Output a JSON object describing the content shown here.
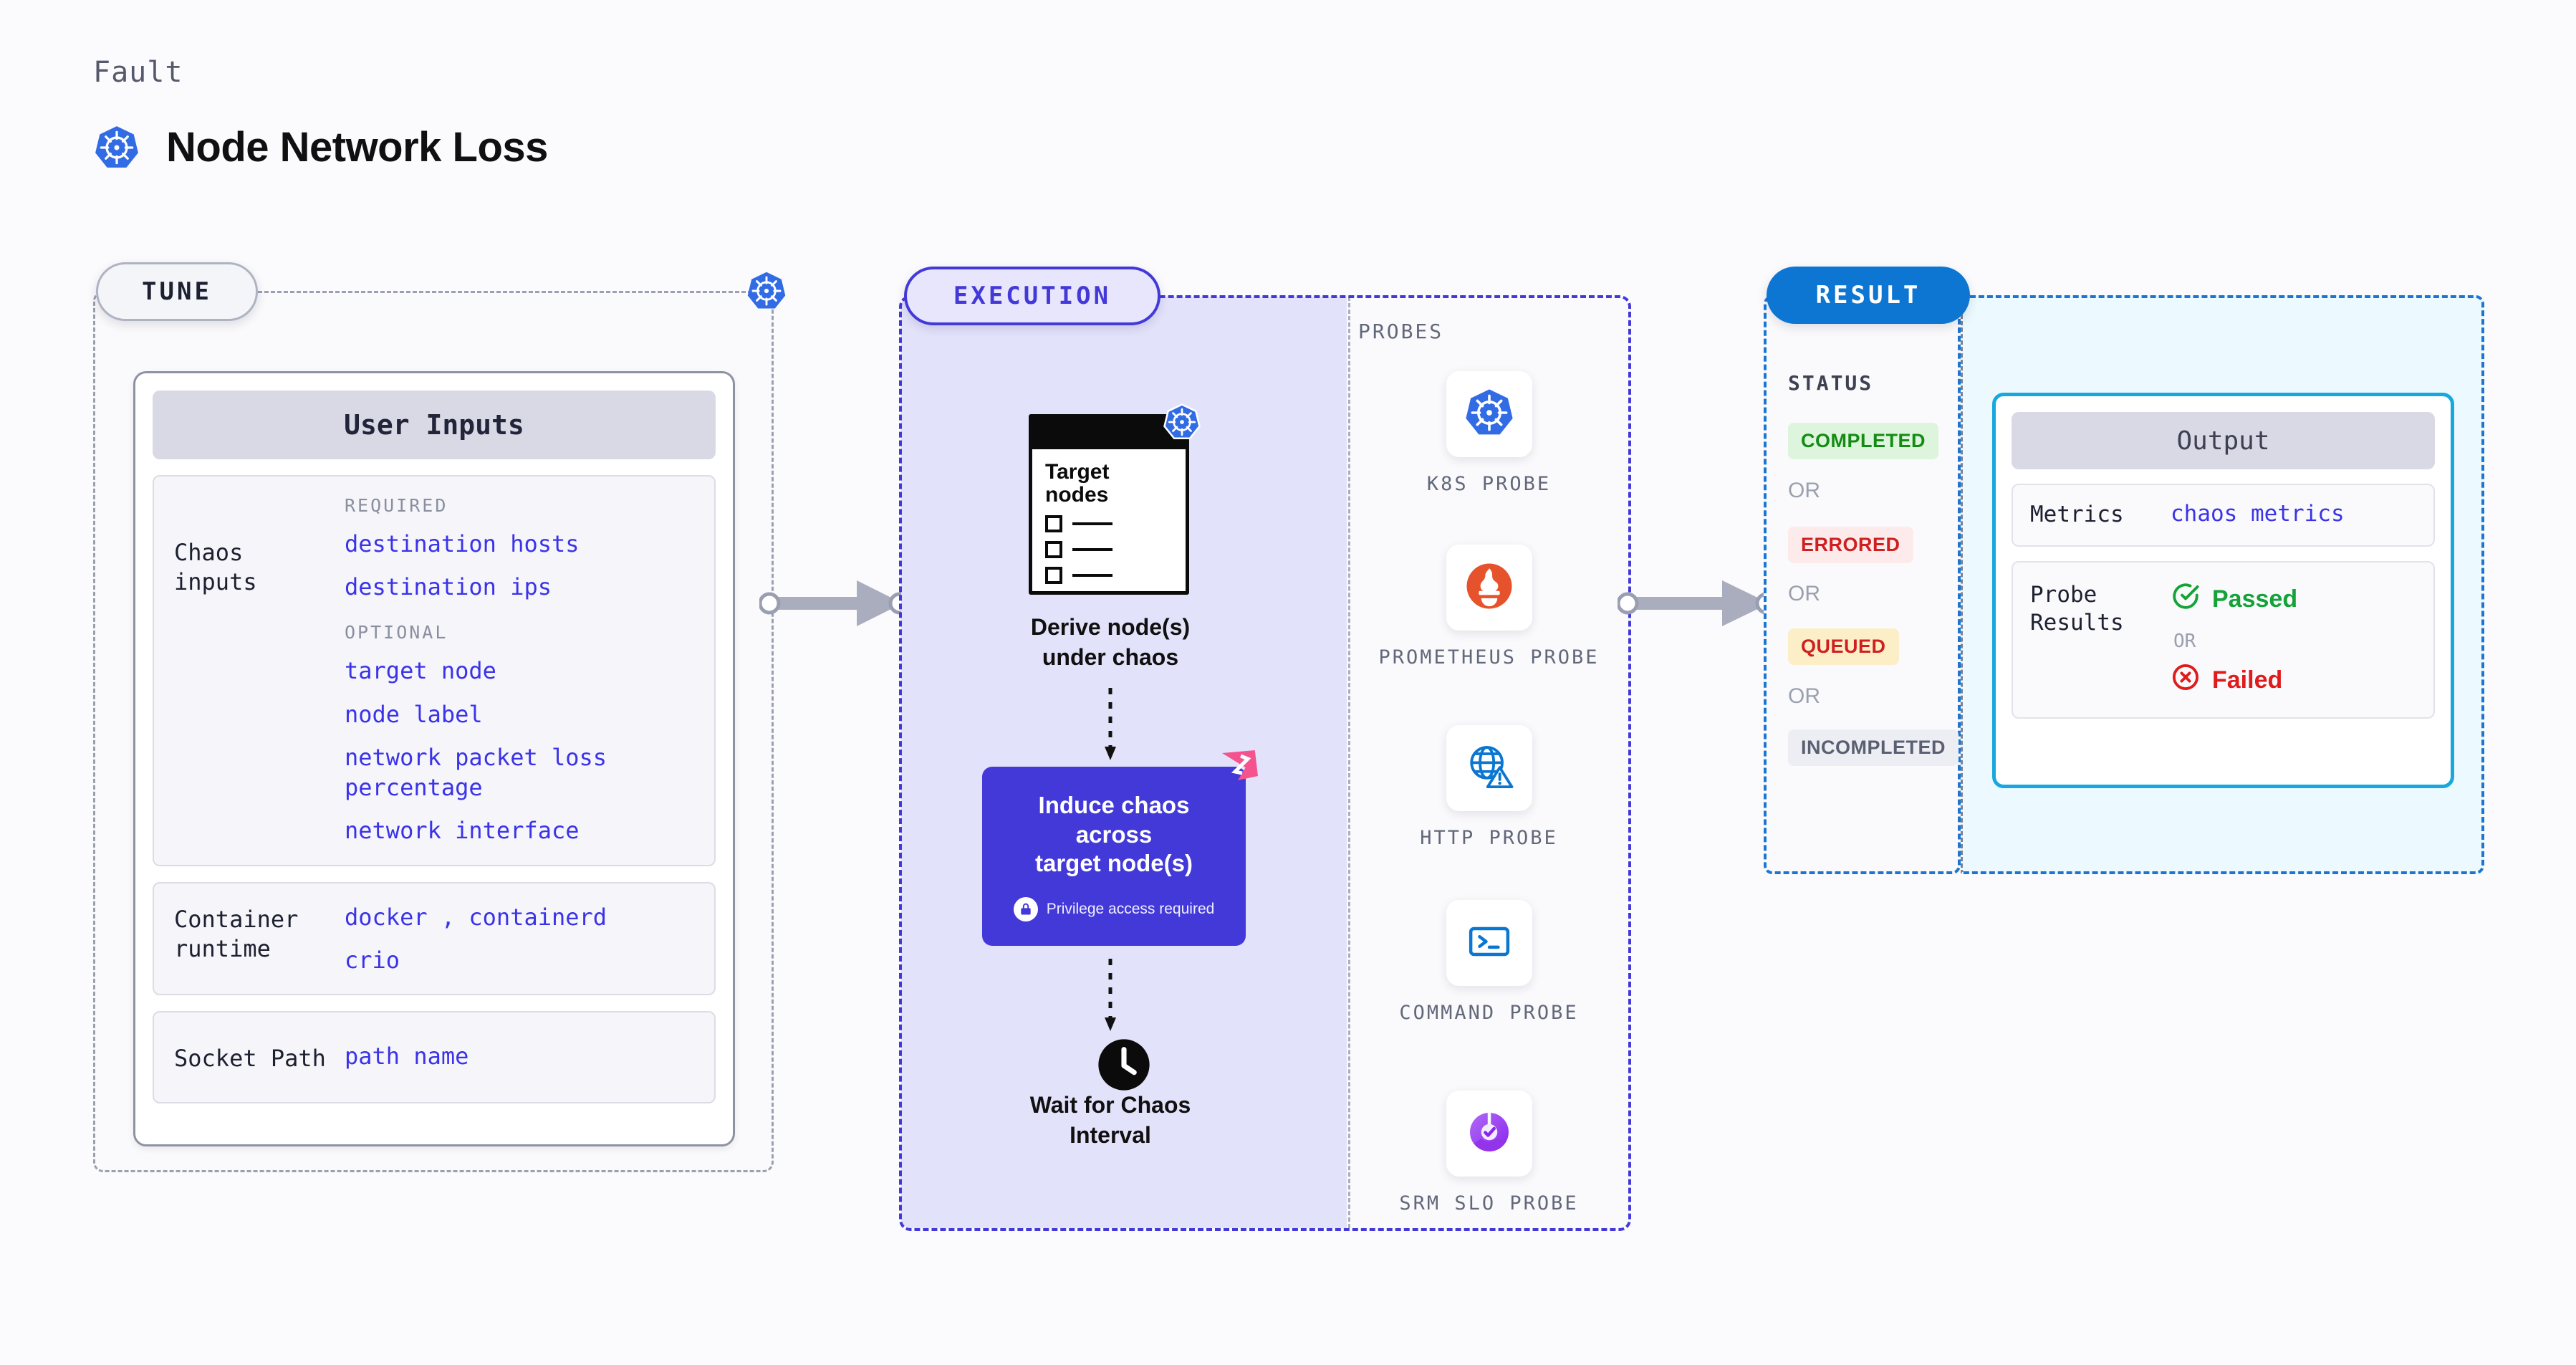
{
  "header": {
    "eyebrow": "Fault",
    "title": "Node Network Loss",
    "icon": "kubernetes-icon"
  },
  "tune": {
    "pill_label": "TUNE",
    "corner_icon": "kubernetes-icon",
    "card_title": "User Inputs",
    "sections": [
      {
        "label": "Chaos inputs",
        "groups": [
          {
            "kicker": "REQUIRED",
            "values": [
              "destination hosts",
              "destination ips"
            ]
          },
          {
            "kicker": "OPTIONAL",
            "values": [
              "target node",
              "node label",
              "network packet loss percentage",
              "network interface"
            ]
          }
        ]
      },
      {
        "label": "Container runtime",
        "values_inline": "docker , containerd",
        "values": [
          "docker",
          "containerd",
          "crio"
        ]
      },
      {
        "label": "Socket Path",
        "values": [
          "path name"
        ]
      }
    ]
  },
  "execution": {
    "pill_label": "EXECUTION",
    "target_card": {
      "title_line1": "Target",
      "title_line2": "nodes",
      "icon": "kubernetes-icon"
    },
    "step1_caption_line1": "Derive node(s)",
    "step1_caption_line2": "under chaos",
    "chaos_card": {
      "title_line1": "Induce chaos across",
      "title_line2": "target node(s)",
      "privilege_note": "Privilege access required",
      "privilege_icon": "lock-icon",
      "corner_icon": "litmus-chaos-icon",
      "color": "#4339d8"
    },
    "step3_icon": "clock-icon",
    "step3_caption_line1": "Wait for Chaos",
    "step3_caption_line2": "Interval"
  },
  "probes": {
    "title": "PROBES",
    "items": [
      {
        "label": "K8S PROBE",
        "icon": "kubernetes-icon",
        "color": "#326ce5"
      },
      {
        "label": "PROMETHEUS PROBE",
        "icon": "prometheus-icon",
        "color": "#e6522c"
      },
      {
        "label": "HTTP PROBE",
        "icon": "globe-warning-icon",
        "color": "#0b76d1"
      },
      {
        "label": "COMMAND PROBE",
        "icon": "terminal-icon",
        "color": "#0b76d1"
      },
      {
        "label": "SRM SLO PROBE",
        "icon": "srm-slo-icon",
        "color": "#9333ea"
      }
    ]
  },
  "result": {
    "pill_label": "RESULT",
    "status_title": "STATUS",
    "or_label": "OR",
    "statuses": [
      {
        "label": "COMPLETED",
        "bg": "#ddf5dd",
        "fg": "#148c14"
      },
      {
        "label": "ERRORED",
        "bg": "#fdeaea",
        "fg": "#cf2020"
      },
      {
        "label": "QUEUED",
        "bg": "#fcefc8",
        "fg": "#cf2020"
      },
      {
        "label": "INCOMPLETED",
        "bg": "#eceef4",
        "fg": "#5a6072"
      }
    ]
  },
  "output": {
    "card_title": "Output",
    "border_color": "#19a7e0",
    "rows": [
      {
        "label": "Metrics",
        "value": "chaos metrics"
      }
    ],
    "probe_results": {
      "label_line1": "Probe",
      "label_line2": "Results",
      "passed": "Passed",
      "failed": "Failed",
      "or_label": "OR",
      "passed_icon": "check-circle-icon",
      "failed_icon": "x-circle-icon",
      "passed_color": "#14a338",
      "failed_color": "#e01b1b"
    }
  }
}
